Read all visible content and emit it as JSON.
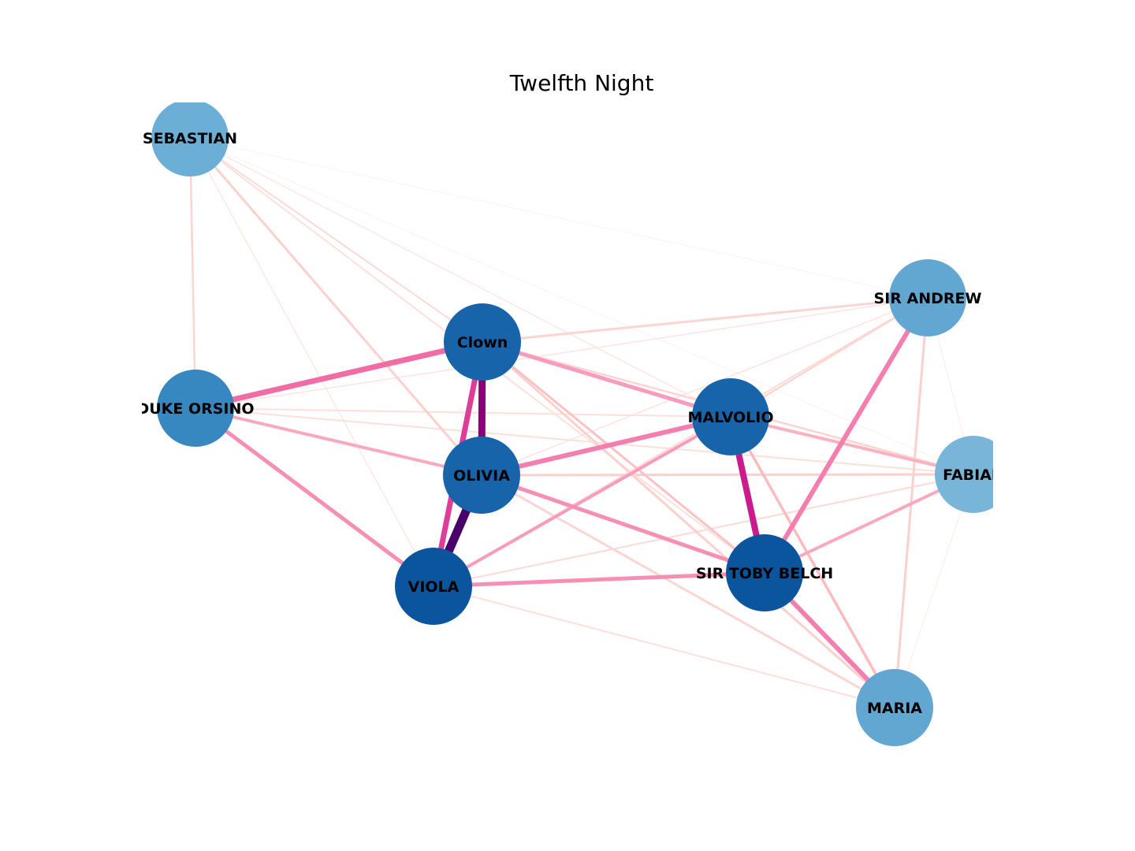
{
  "title": "Twelfth Night",
  "nodes": [
    {
      "id": "sebastian",
      "label": "SEBASTIAN",
      "color": "#6baed6"
    },
    {
      "id": "orsino",
      "label": "DUKE ORSINO",
      "color": "#3787c0"
    },
    {
      "id": "clown",
      "label": "Clown",
      "color": "#1764ab"
    },
    {
      "id": "olivia",
      "label": "OLIVIA",
      "color": "#1764ab"
    },
    {
      "id": "viola",
      "label": "VIOLA",
      "color": "#0b559f"
    },
    {
      "id": "malvolio",
      "label": "MALVOLIO",
      "color": "#1764ab"
    },
    {
      "id": "toby",
      "label": "SIR TOBY BELCH",
      "color": "#0b559f"
    },
    {
      "id": "andrew",
      "label": "SIR ANDREW",
      "color": "#62a6d2"
    },
    {
      "id": "fabian",
      "label": "FABIAN",
      "color": "#78b5d9"
    },
    {
      "id": "maria",
      "label": "MARIA",
      "color": "#62a6d2"
    }
  ],
  "edges": [
    {
      "source": "olivia",
      "target": "viola",
      "color": "#49006a"
    },
    {
      "source": "clown",
      "target": "olivia",
      "color": "#8c0179"
    },
    {
      "source": "malvolio",
      "target": "toby",
      "color": "#cb1c8d"
    },
    {
      "source": "clown",
      "target": "viola",
      "color": "#de3d9a"
    },
    {
      "source": "orsino",
      "target": "clown",
      "color": "#f16ba4"
    },
    {
      "source": "andrew",
      "target": "toby",
      "color": "#f47faf"
    },
    {
      "source": "toby",
      "target": "maria",
      "color": "#f47faf"
    },
    {
      "source": "olivia",
      "target": "malvolio",
      "color": "#f47faf"
    },
    {
      "source": "orsino",
      "target": "viola",
      "color": "#f78fb4"
    },
    {
      "source": "viola",
      "target": "toby",
      "color": "#f78fb4"
    },
    {
      "source": "olivia",
      "target": "toby",
      "color": "#f78fb4"
    },
    {
      "source": "clown",
      "target": "malvolio",
      "color": "#f89bbd"
    },
    {
      "source": "malvolio",
      "target": "viola",
      "color": "#f89bbd"
    },
    {
      "source": "orsino",
      "target": "olivia",
      "color": "#f9a8bd"
    },
    {
      "source": "toby",
      "target": "fabian",
      "color": "#f9a8bd"
    },
    {
      "source": "malvolio",
      "target": "fabian",
      "color": "#fab2c0"
    },
    {
      "source": "malvolio",
      "target": "maria",
      "color": "#fbbcbf"
    },
    {
      "source": "clown",
      "target": "toby",
      "color": "#fbc2c4"
    },
    {
      "source": "olivia",
      "target": "fabian",
      "color": "#fcd0cc"
    },
    {
      "source": "clown",
      "target": "maria",
      "color": "#fcd0cc"
    },
    {
      "source": "sebastian",
      "target": "olivia",
      "color": "#fcd0cc"
    },
    {
      "source": "andrew",
      "target": "maria",
      "color": "#fcd0cc"
    },
    {
      "source": "clown",
      "target": "andrew",
      "color": "#fcd5d2"
    },
    {
      "source": "olivia",
      "target": "maria",
      "color": "#fcd5d2"
    },
    {
      "source": "sebastian",
      "target": "orsino",
      "color": "#fcd5d2"
    },
    {
      "source": "andrew",
      "target": "malvolio",
      "color": "#fcd5d2"
    },
    {
      "source": "clown",
      "target": "fabian",
      "color": "#fcd5d2"
    },
    {
      "source": "andrew",
      "target": "viola",
      "color": "#fcdad6"
    },
    {
      "source": "fabian",
      "target": "viola",
      "color": "#fcdad6"
    },
    {
      "source": "sebastian",
      "target": "clown",
      "color": "#fcdad6"
    },
    {
      "source": "sebastian",
      "target": "toby",
      "color": "#fde0dc"
    },
    {
      "source": "viola",
      "target": "maria",
      "color": "#fde0dc"
    },
    {
      "source": "orsino",
      "target": "malvolio",
      "color": "#fde0dc"
    },
    {
      "source": "orsino",
      "target": "fabian",
      "color": "#fde0dc"
    },
    {
      "source": "andrew",
      "target": "olivia",
      "color": "#fde4e0"
    },
    {
      "source": "orsino",
      "target": "andrew",
      "color": "#fde4e0"
    },
    {
      "source": "sebastian",
      "target": "viola",
      "color": "#fde8e4"
    },
    {
      "source": "sebastian",
      "target": "malvolio",
      "color": "#fde8e4"
    },
    {
      "source": "andrew",
      "target": "fabian",
      "color": "#feedea"
    },
    {
      "source": "fabian",
      "target": "maria",
      "color": "#feedea"
    },
    {
      "source": "sebastian",
      "target": "andrew",
      "color": "#fef2ef"
    },
    {
      "source": "sebastian",
      "target": "fabian",
      "color": "#fef2ef"
    }
  ]
}
